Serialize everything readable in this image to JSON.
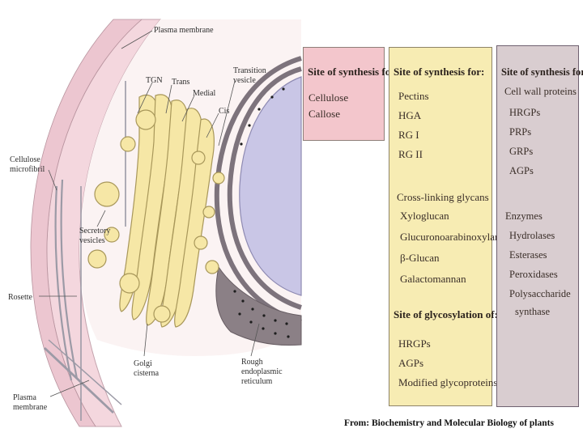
{
  "caption": "From: Biochemistry and Molecular Biology of plants",
  "figure_labels": {
    "plasma_membrane_top": "Plasma membrane",
    "tgn": "TGN",
    "trans": "Trans",
    "medial": "Medial",
    "transition_vesicle_1": "Transition",
    "transition_vesicle_2": "vesicle",
    "cis": "Cis",
    "cellulose_1": "Cellulose",
    "cellulose_2": "microfibril",
    "secretory_1": "Secretory",
    "secretory_2": "vesicles",
    "rosette": "Rosette",
    "plasma_membrane_1": "Plasma",
    "plasma_membrane_2": "membrane",
    "golgi_1": "Golgi",
    "golgi_2": "cisterna",
    "rough_er_1": "Rough",
    "rough_er_2": "endoplasmic",
    "rough_er_3": "reticulum"
  },
  "boxes": {
    "cellulose": {
      "heading": "Site of synthesis for:",
      "items": [
        "Cellulose",
        "Callose"
      ]
    },
    "pectins": {
      "heading": "Site of synthesis for:",
      "pectins": [
        "Pectins",
        "HGA",
        "RG I",
        "RG II"
      ],
      "crosslinking_heading": "Cross-linking glycans",
      "crosslinking": [
        "Xyloglucan",
        "Glucuronoarabinoxylan",
        "β-Glucan",
        "Galactomannan"
      ],
      "glyco_heading": "Site of glycosylation of:",
      "glyco": [
        "HRGPs",
        "AGPs",
        "Modified glycoproteins"
      ]
    },
    "proteins": {
      "heading": "Site of synthesis for:",
      "proteins": [
        "Cell wall proteins",
        "HRGPs",
        "PRPs",
        "GRPs",
        "AGPs"
      ],
      "enzymes": [
        "Enzymes",
        "Hydrolases",
        "Esterases",
        "Peroxidases",
        "Polysaccharide",
        "synthase"
      ]
    }
  },
  "colors": {
    "box_pink": "#f3c6cc",
    "box_yellow": "#f7ecb3",
    "box_mauve": "#d9cdd0",
    "golgi_yellow": "#f6e7a6",
    "nucleus_blue": "#c9c6e6",
    "er_gray": "#8b8086"
  }
}
